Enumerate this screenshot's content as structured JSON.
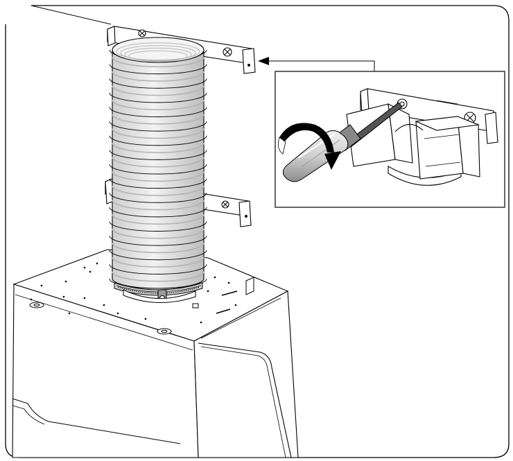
{
  "figure": {
    "kind": "installation-illustration",
    "components": [
      "range-hood-body",
      "flexible-duct-hose",
      "duct-hose-clamp",
      "upper-wall-bracket",
      "lower-wall-bracket",
      "detail-inset",
      "screwdriver-icon",
      "rotation-arrow-icon",
      "callout-arrow-icon"
    ],
    "colors": {
      "stroke": "#000000",
      "background": "#ffffff",
      "hose_fill": "#e6e6e6",
      "hose_ring": "#b4b4b4",
      "hose_ring_light": "#f4f4f4",
      "screwdriver_shaft": "#555555",
      "screwdriver_handle": "#c8c8c8",
      "arrow": "#000000"
    }
  }
}
